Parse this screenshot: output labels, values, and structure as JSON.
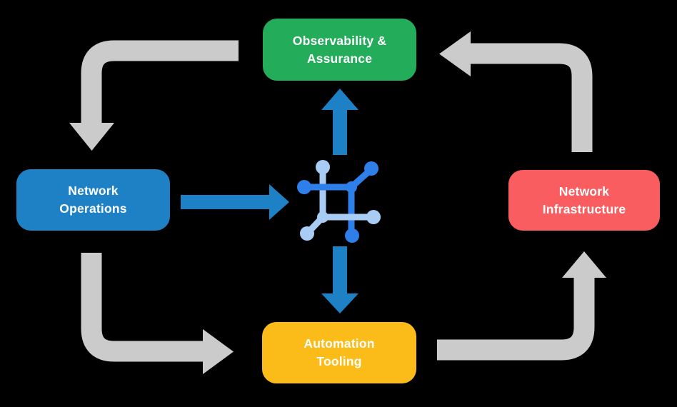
{
  "colors": {
    "background": "#000000",
    "arrow_gray": "#CBCBCB",
    "arrow_blue": "#1E81C5",
    "icon_blue_dark": "#2E7FE9",
    "icon_blue_light": "#A9CCF4",
    "text_white": "#FFFFFF"
  },
  "center_icon": "network-mesh-icon",
  "nodes": {
    "observability": {
      "line1": "Observability &",
      "line2": "Assurance",
      "color": "#23AC5A"
    },
    "operations": {
      "line1": "Network",
      "line2": "Operations",
      "color": "#1E81C5"
    },
    "infrastructure": {
      "line1": "Network",
      "line2": "Infrastructure",
      "color": "#F95D60"
    },
    "automation": {
      "line1": "Automation",
      "line2": "Tooling",
      "color": "#FBBB18"
    }
  }
}
